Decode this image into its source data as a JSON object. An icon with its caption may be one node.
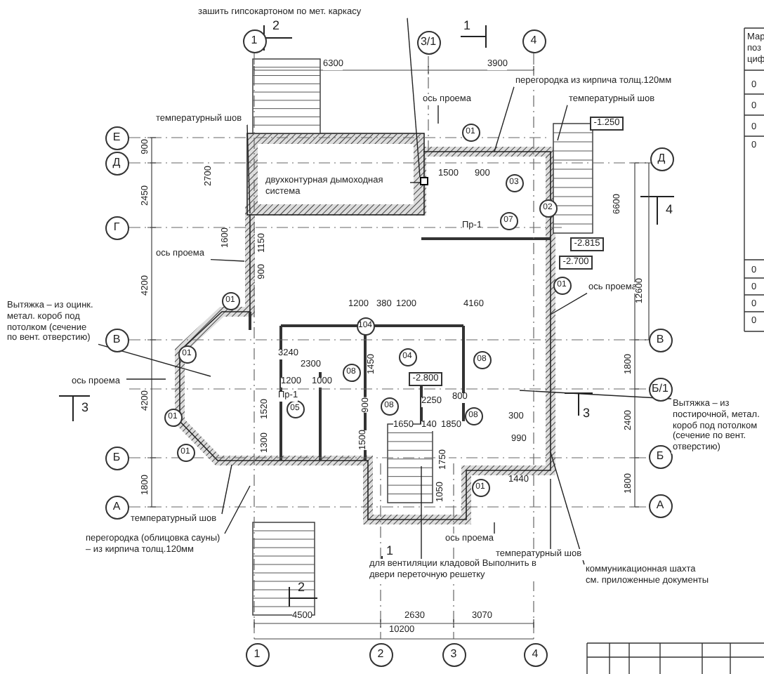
{
  "diagram": {
    "nodes": [
      {
        "text": [
          "1"
        ]
      },
      {
        "text": [
          "3/1"
        ]
      },
      {
        "text": [
          "4"
        ]
      },
      {
        "text": [
          "Е"
        ]
      },
      {
        "text": [
          "Д"
        ]
      },
      {
        "text": [
          "Г"
        ]
      },
      {
        "text": [
          "В"
        ]
      },
      {
        "text": [
          "Б"
        ]
      },
      {
        "text": [
          "А"
        ]
      },
      {
        "text": [
          "Д"
        ]
      },
      {
        "text": [
          "В"
        ]
      },
      {
        "text": [
          "Б/1"
        ]
      },
      {
        "text": [
          "Б"
        ]
      },
      {
        "text": [
          "А"
        ]
      },
      {
        "text": [
          "1"
        ]
      },
      {
        "text": [
          "2"
        ]
      },
      {
        "text": [
          "3"
        ]
      },
      {
        "text": [
          "4"
        ]
      },
      {
        "text": [
          "01"
        ]
      },
      {
        "text": [
          "03"
        ]
      },
      {
        "text": [
          "07"
        ]
      },
      {
        "text": [
          "02"
        ]
      },
      {
        "text": [
          "01"
        ]
      },
      {
        "text": [
          "01"
        ]
      },
      {
        "text": [
          "104"
        ]
      },
      {
        "text": [
          "04"
        ]
      },
      {
        "text": [
          "08"
        ]
      },
      {
        "text": [
          "01"
        ]
      },
      {
        "text": [
          "01"
        ]
      },
      {
        "text": [
          "01"
        ]
      },
      {
        "text": [
          "08"
        ]
      },
      {
        "text": [
          "05"
        ]
      },
      {
        "text": [
          "08"
        ]
      },
      {
        "text": [
          "08"
        ]
      },
      {
        "text": [
          "01"
        ]
      },
      {
        "text": [
          "-1.250"
        ]
      },
      {
        "text": [
          "-2.815"
        ]
      },
      {
        "text": [
          "-2.700"
        ]
      },
      {
        "text": [
          "-2.800"
        ]
      },
      {
        "text": [
          "зашить гипсокартоном по мет. каркасу"
        ]
      },
      {
        "text": [
          "перегородка из кирпича толщ.120мм"
        ]
      },
      {
        "text": [
          "температурный шов"
        ]
      },
      {
        "text": [
          "температурный шов"
        ]
      },
      {
        "text": [
          "ось проема"
        ]
      },
      {
        "text": [
          "ось проема"
        ]
      },
      {
        "text": [
          "ось проема"
        ]
      },
      {
        "text": [
          "Вытяжка – из оцинк. метал. короб под потолком (сечение по вент. отверстию)"
        ]
      },
      {
        "text": [
          "ось проема"
        ]
      },
      {
        "text": [
          "Вытяжка – из постирочной, метал. короб под потолком (сечение по вент. отверстию)"
        ]
      },
      {
        "text": [
          "температурный шов"
        ]
      },
      {
        "text": [
          "перегородка (облицовка сауны) – из кирпича толщ.120мм"
        ]
      },
      {
        "text": [
          "ось проема"
        ]
      },
      {
        "text": [
          "температурный шов"
        ]
      },
      {
        "text": [
          "для вентиляции кладовой Выполнить в двери переточную решетку"
        ]
      },
      {
        "text": [
          "коммуникационная шахта см. приложенные документы"
        ]
      },
      {
        "text": [
          "двухконтурная дымоходная система"
        ]
      },
      {
        "text": [],
        "shape": "box"
      }
    ],
    "edges": [
      {
        "from": 39,
        "to": 56,
        "arrow": "none"
      },
      {
        "from": 40,
        "to": null,
        "arrow": "none"
      },
      {
        "from": 41,
        "to": null,
        "arrow": "none"
      },
      {
        "from": 42,
        "to": null,
        "arrow": "none"
      },
      {
        "from": 43,
        "to": null,
        "arrow": "none"
      },
      {
        "from": 44,
        "to": null,
        "arrow": "none"
      },
      {
        "from": 45,
        "to": null,
        "arrow": "none"
      },
      {
        "from": 46,
        "to": null,
        "arrow": "none"
      },
      {
        "from": 47,
        "to": null,
        "arrow": "none"
      },
      {
        "from": 48,
        "to": null,
        "arrow": "none"
      },
      {
        "from": 49,
        "to": null,
        "arrow": "none"
      },
      {
        "from": 50,
        "to": null,
        "arrow": "none"
      },
      {
        "from": 51,
        "to": null,
        "arrow": "none"
      },
      {
        "from": 52,
        "to": null,
        "arrow": "none"
      },
      {
        "from": 53,
        "to": null,
        "arrow": "none"
      },
      {
        "from": 54,
        "to": null,
        "arrow": "none"
      },
      {
        "from": 55,
        "to": 56,
        "arrow": "none"
      }
    ],
    "labels": [
      "2",
      "1",
      "6300",
      "3900",
      "900",
      "2450",
      "4200",
      "4200",
      "1800",
      "2700",
      "1600",
      "1500",
      "900",
      "1150",
      "900",
      "Пр-1",
      "1200",
      "380",
      "1200",
      "4160",
      "6600",
      "12600",
      "1800",
      "2400",
      "1800",
      "4",
      "3",
      "3",
      "3240",
      "2300",
      "1200",
      "1000",
      "Пр-1",
      "2250",
      "800",
      "1650",
      "140",
      "1850",
      "1500",
      "990",
      "1440",
      "300",
      "4500",
      "2630",
      "3070",
      "10200",
      "1",
      "2",
      "1520",
      "1300",
      "900",
      "1450",
      "1050",
      "1750",
      "Мар",
      "поз",
      "циф",
      "0",
      "0",
      "0",
      "0",
      "0",
      "0",
      "0",
      "0"
    ]
  }
}
